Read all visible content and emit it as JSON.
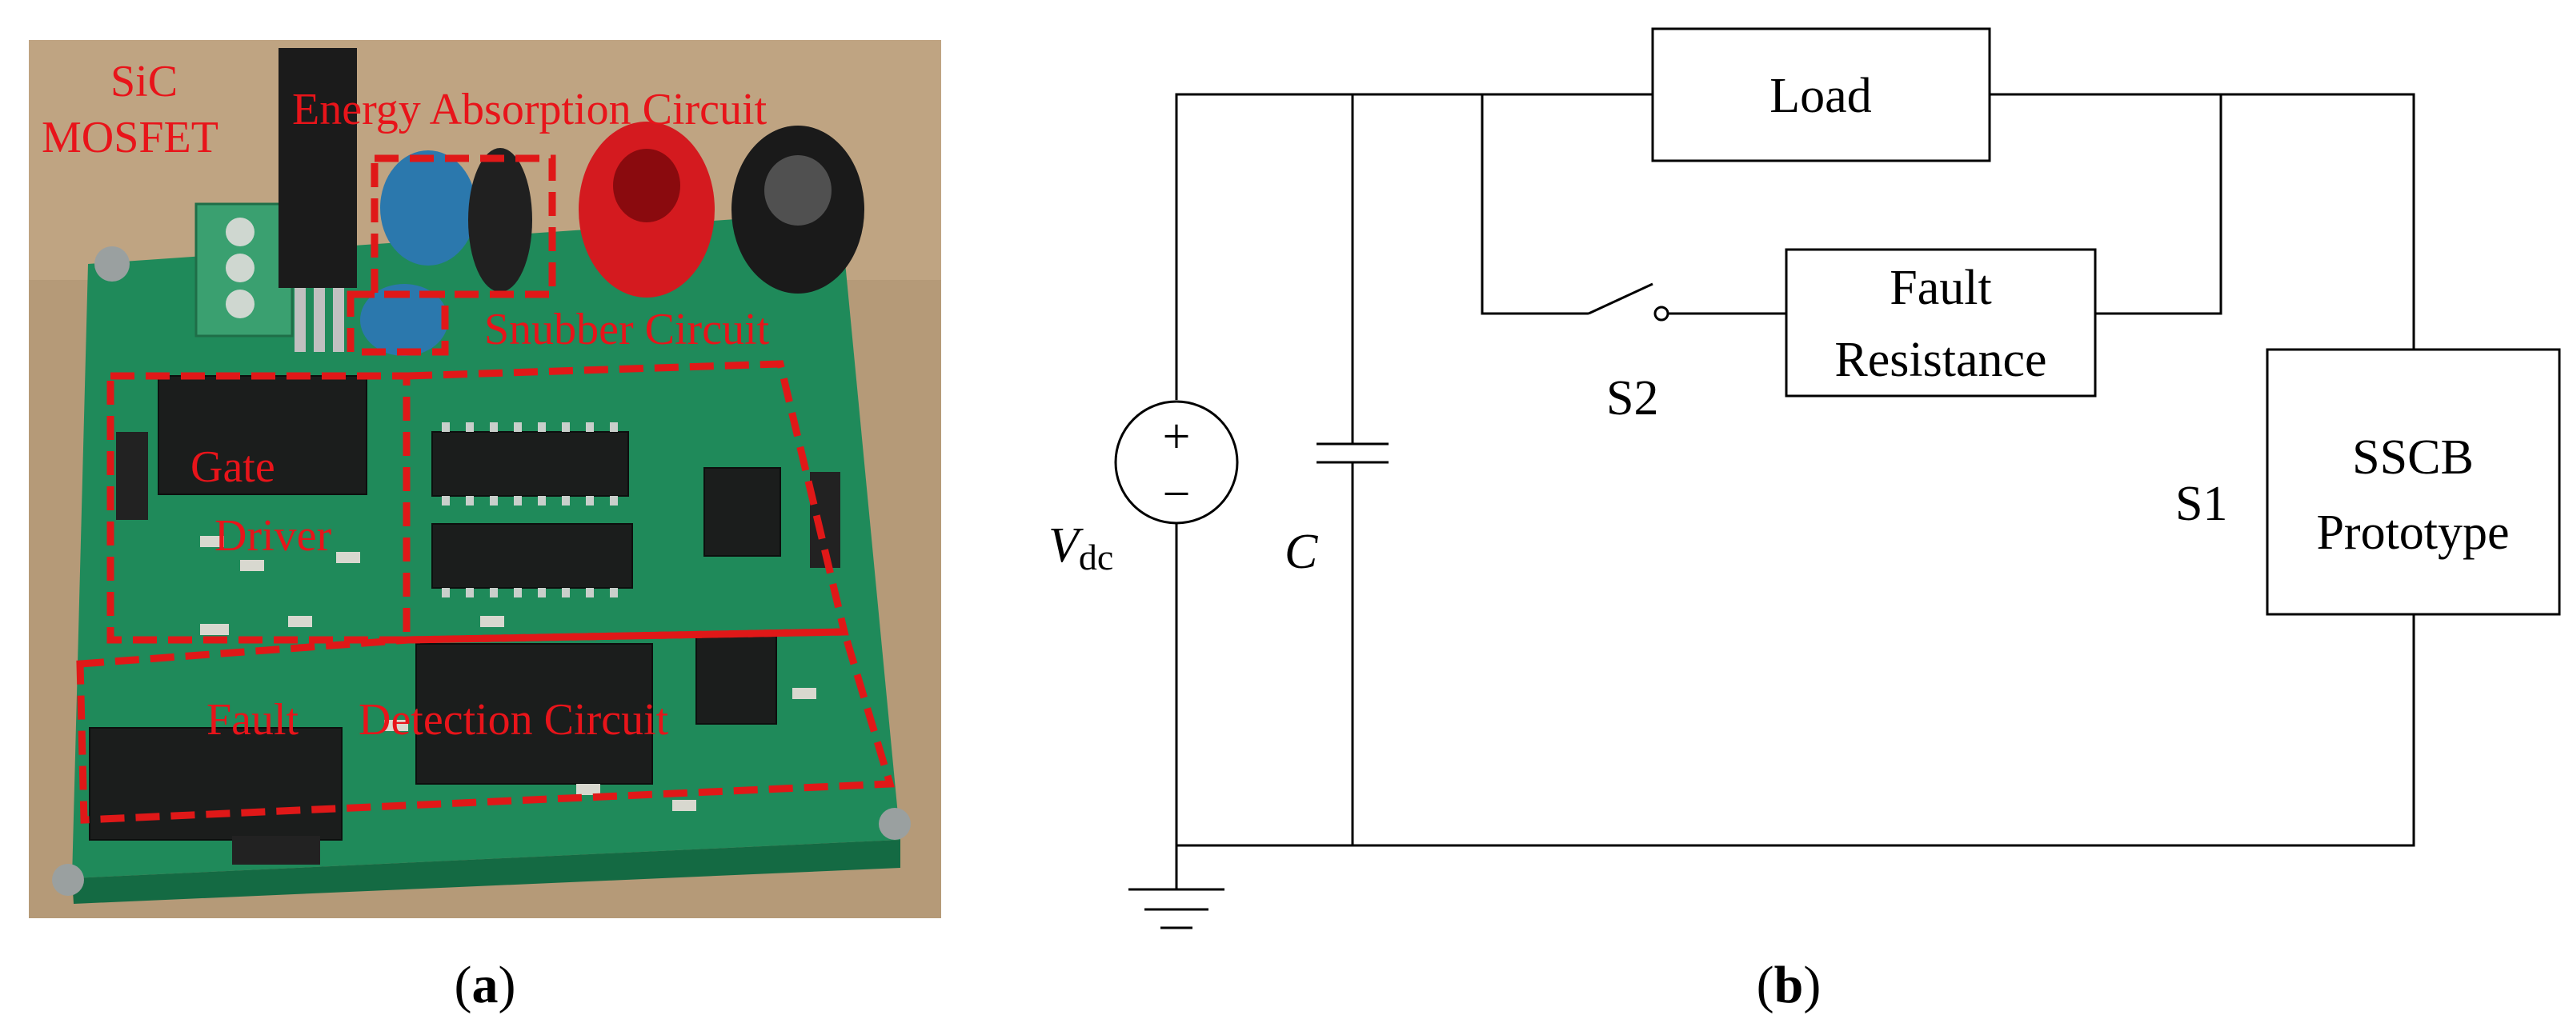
{
  "panel_a": {
    "caption_prefix": "(",
    "caption_letter": "a",
    "caption_suffix": ")",
    "labels": {
      "sic_line1": "SiC",
      "sic_line2": "MOSFET",
      "energy_absorption": "Energy Absorption Circuit",
      "snubber": "Snubber Circuit",
      "gate_line1": "Gate",
      "gate_line2": "Driver",
      "fault_detection_1": "Fault",
      "fault_detection_2": "Detection Circuit"
    },
    "colors": {
      "annotation": "#e8141a",
      "pcb": "#1f8a5a",
      "background": "#b59a78"
    }
  },
  "panel_b": {
    "caption_prefix": "(",
    "caption_letter": "b",
    "caption_suffix": ")",
    "load": "Load",
    "fault_line1": "Fault",
    "fault_line2": "Resistance",
    "s2": "S2",
    "s1": "S1",
    "sscb_line1": "SSCB",
    "sscb_line2": "Prototype",
    "source_symbol": "V",
    "source_subscript": "dc",
    "capacitor": "C",
    "plus": "+",
    "minus": "−"
  }
}
